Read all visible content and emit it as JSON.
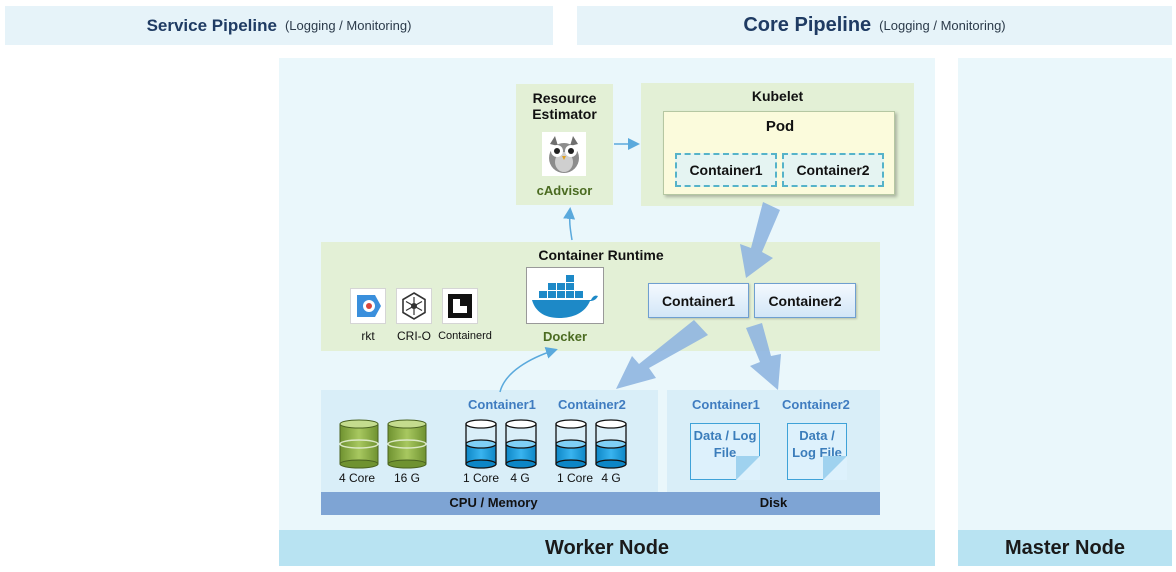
{
  "header": {
    "service": {
      "title": "Service Pipeline",
      "subtitle": "(Logging / Monitoring)"
    },
    "core": {
      "title": "Core Pipeline",
      "subtitle": "(Logging / Monitoring)"
    }
  },
  "worker_node": {
    "label": "Worker Node"
  },
  "master_node": {
    "label": "Master Node"
  },
  "resource_estimator": {
    "title": "Resource Estimator",
    "tool": "cAdvisor"
  },
  "kubelet": {
    "title": "Kubelet",
    "pod": {
      "title": "Pod",
      "containers": [
        "Container1",
        "Container2"
      ]
    }
  },
  "container_runtime": {
    "title": "Container Runtime",
    "runtimes": [
      "rkt",
      "CRI-O",
      "Containerd"
    ],
    "main": "Docker",
    "containers": [
      "Container1",
      "Container2"
    ]
  },
  "cpu_memory": {
    "label": "CPU / Memory",
    "node_resources": [
      "4 Core",
      "16 G"
    ],
    "containers": [
      {
        "name": "Container1",
        "cpu": "1 Core",
        "mem": "4 G"
      },
      {
        "name": "Container2",
        "cpu": "1 Core",
        "mem": "4 G"
      }
    ]
  },
  "disk": {
    "label": "Disk",
    "files": [
      {
        "container": "Container1",
        "text": "Data / Log File"
      },
      {
        "container": "Container2",
        "text": "Data / Log File"
      }
    ]
  },
  "colors": {
    "green_panel": "#e3f0d6",
    "blue_panel": "#d9eef8",
    "strip": "#7ea4d4",
    "arrow": "#8fb5e0",
    "cylinder_green": "#8fb24a",
    "cylinder_blue": "#1aa0e0"
  }
}
